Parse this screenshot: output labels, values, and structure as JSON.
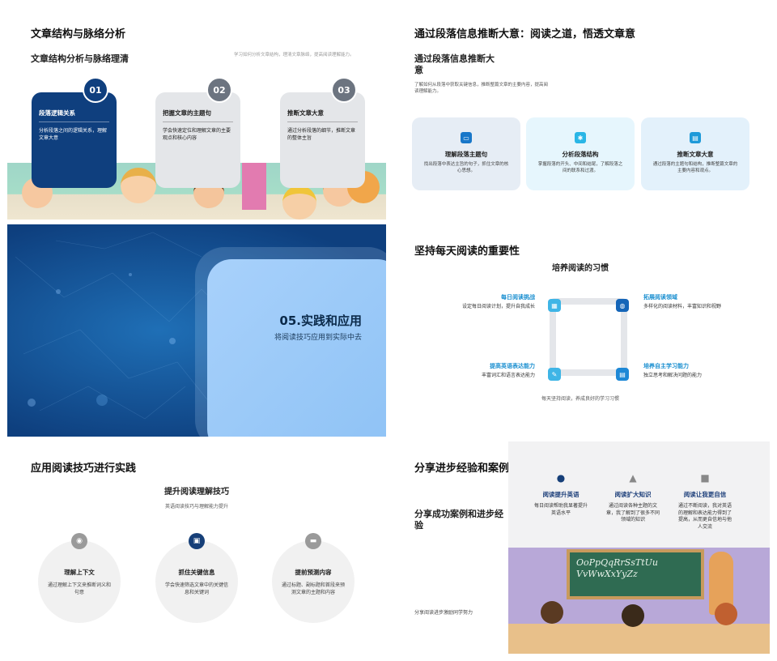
{
  "slide1": {
    "title": "文章结构与脉络分析",
    "subtitle": "文章结构分析与脉络理清",
    "note": "学习如何分析文章结构，理清文章脉络，提高阅读理解能力。",
    "cards": [
      {
        "num": "01",
        "title": "段落逻辑关系",
        "desc": "分析段落之间的逻辑关系，理解文章大意"
      },
      {
        "num": "02",
        "title": "把握文章的主题句",
        "desc": "学会快速定位和理解文章的主要观点和核心内容"
      },
      {
        "num": "03",
        "title": "推断文章大意",
        "desc": "通过分析段落的细节，推断文章的整体主旨"
      }
    ]
  },
  "slide2": {
    "title": "通过段落信息推断大意：阅读之道，悟透文章意",
    "subtitle": "通过段落信息推断大意",
    "desc": "了解如何从段落中获取关键信息，推断整篇文章的主要内容，提高阅读理解能力。",
    "cards": [
      {
        "title": "理解段落主题句",
        "desc": "找出段落中表达主旨的句子，抓住文章的核心思想。"
      },
      {
        "title": "分析段落结构",
        "desc": "掌握段落的开头、中间和结尾，了解段落之间的联系和过渡。"
      },
      {
        "title": "推断文章大意",
        "desc": "通过段落的主题句和结构，推断整篇文章的主要内容和观点。"
      }
    ]
  },
  "slide3": {
    "title": "05.实践和应用",
    "subtitle": "将阅读技巧应用到实际中去"
  },
  "slide4": {
    "title": "坚持每天阅读的重要性",
    "subtitle": "培养阅读的习惯",
    "nodes": [
      {
        "title": "每日阅读挑战",
        "desc": "设定每日阅读计划，提升自我成长"
      },
      {
        "title": "拓展阅读领域",
        "desc": "多样化的阅读材料，丰富知识和视野"
      },
      {
        "title": "提高英语表达能力",
        "desc": "丰富词汇和语言表达能力"
      },
      {
        "title": "培养自主学习能力",
        "desc": "独立思考和解决问题的能力"
      }
    ],
    "footer": "每天坚持阅读，养成良好的学习习惯"
  },
  "slide5": {
    "title": "应用阅读技巧进行实践",
    "subtitle": "提升阅读理解技巧",
    "note": "英语阅读技巧与理解能力提升",
    "items": [
      {
        "title": "理解上下文",
        "desc": "通过理解上下文来推断词义和句意"
      },
      {
        "title": "抓住关键信息",
        "desc": "学会快速筛选文章中的关键信息和关键词"
      },
      {
        "title": "提前预测内容",
        "desc": "通过标题、副标题和首段来预测文章的主题和内容"
      }
    ]
  },
  "slide6": {
    "title": "分享进步经验和案例",
    "subtitle": "分享成功案例和进步经验",
    "note": "分享阅读进步激励同学努力",
    "cols": [
      {
        "title": "阅读提升英语",
        "desc": "每日阅读帮助我显著提升英语水平"
      },
      {
        "title": "阅读扩大知识",
        "desc": "通过阅读各种主题的文章，我了解到了很多不同领域的知识"
      },
      {
        "title": "阅读让我更自信",
        "desc": "通过不断阅读，我对英语的理解和表达能力得到了提高，从而更自信地与他人交流"
      }
    ],
    "board_lines": [
      "OoPpQqRrSsTtUu",
      "VvWwXxYyZz"
    ]
  }
}
